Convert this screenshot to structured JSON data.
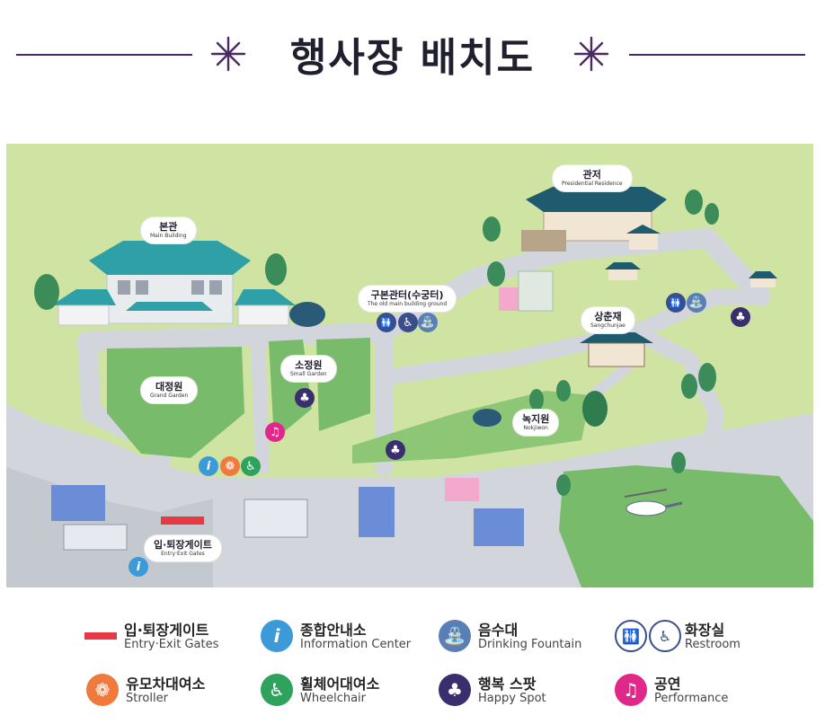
{
  "title": "행사장 배치도",
  "colors": {
    "grass": "#cfe3a3",
    "garden": "#78bb6a",
    "road": "#d2d6dc",
    "info": "#3b9ad7",
    "fountain": "#5a7fb5",
    "restroom": "#3a4e8c",
    "stroller": "#ef7a3c",
    "wheelchair": "#2fa25e",
    "happy_spot": "#3b2e6e",
    "performance": "#e0288a",
    "gate": "#e53a43",
    "title_line": "#4b2a64"
  },
  "map": {
    "labels": [
      {
        "ko": "관저",
        "en": "Presidential Residence"
      },
      {
        "ko": "본관",
        "en": "Main Building"
      },
      {
        "ko": "구본관터(수궁터)",
        "en": "The old main building ground"
      },
      {
        "ko": "상춘재",
        "en": "Sangchunjae"
      },
      {
        "ko": "소정원",
        "en": "Small Garden"
      },
      {
        "ko": "대정원",
        "en": "Grand Garden"
      },
      {
        "ko": "녹지원",
        "en": "Nokjiwon"
      },
      {
        "ko": "입·퇴장게이트",
        "en": "Entry·Exit Gates"
      }
    ]
  },
  "legend": [
    {
      "ko": "입·퇴장게이트",
      "en": "Entry·Exit Gates",
      "icon": "gate-bar"
    },
    {
      "ko": "종합안내소",
      "en": "Information Center",
      "icon": "info-icon"
    },
    {
      "ko": "음수대",
      "en": "Drinking Fountain",
      "icon": "fountain-icon"
    },
    {
      "ko": "화장실",
      "en": "Restroom",
      "icon": "restroom-icon"
    },
    {
      "ko": "유모차대여소",
      "en": "Stroller",
      "icon": "stroller-icon"
    },
    {
      "ko": "휠체어대여소",
      "en": "Wheelchair",
      "icon": "wheelchair-icon"
    },
    {
      "ko": "행복 스팟",
      "en": "Happy Spot",
      "icon": "clover-icon"
    },
    {
      "ko": "공연",
      "en": "Performance",
      "icon": "music-note-icon"
    }
  ]
}
